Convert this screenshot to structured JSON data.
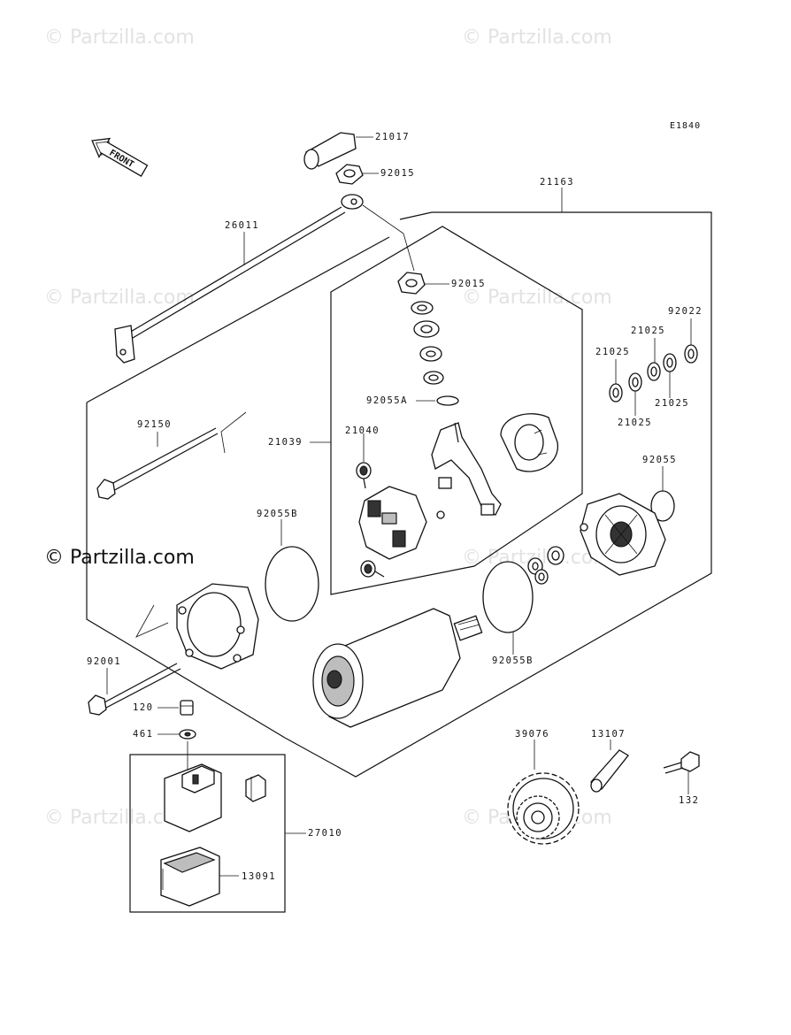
{
  "watermarks": {
    "tl": "© Partzilla.com",
    "tr": "© Partzilla.com",
    "ml": "© Partzilla.com",
    "mr": "© Partzilla.com",
    "main": "© Partzilla.com",
    "cr": "© Partzilla.com",
    "bl": "© Partzilla.com",
    "br": "© Partzilla.com"
  },
  "diagram_code": "E1840",
  "front_label": "FRONT",
  "parts": {
    "p21017": "21017",
    "p92015_top": "92015",
    "p21163": "21163",
    "p26011": "26011",
    "p92015_mid": "92015",
    "p92022": "92022",
    "p21025_a": "21025",
    "p21025_b": "21025",
    "p21025_c": "21025",
    "p21025_d": "21025",
    "p92055A": "92055A",
    "p92150": "92150",
    "p21040": "21040",
    "p21039": "21039",
    "p92055": "92055",
    "p92055B_left": "92055B",
    "p92055B_right": "92055B",
    "p92001": "92001",
    "p120": "120",
    "p461": "461",
    "p39076": "39076",
    "p13107": "13107",
    "p132": "132",
    "p27010": "27010",
    "p13091": "13091"
  }
}
